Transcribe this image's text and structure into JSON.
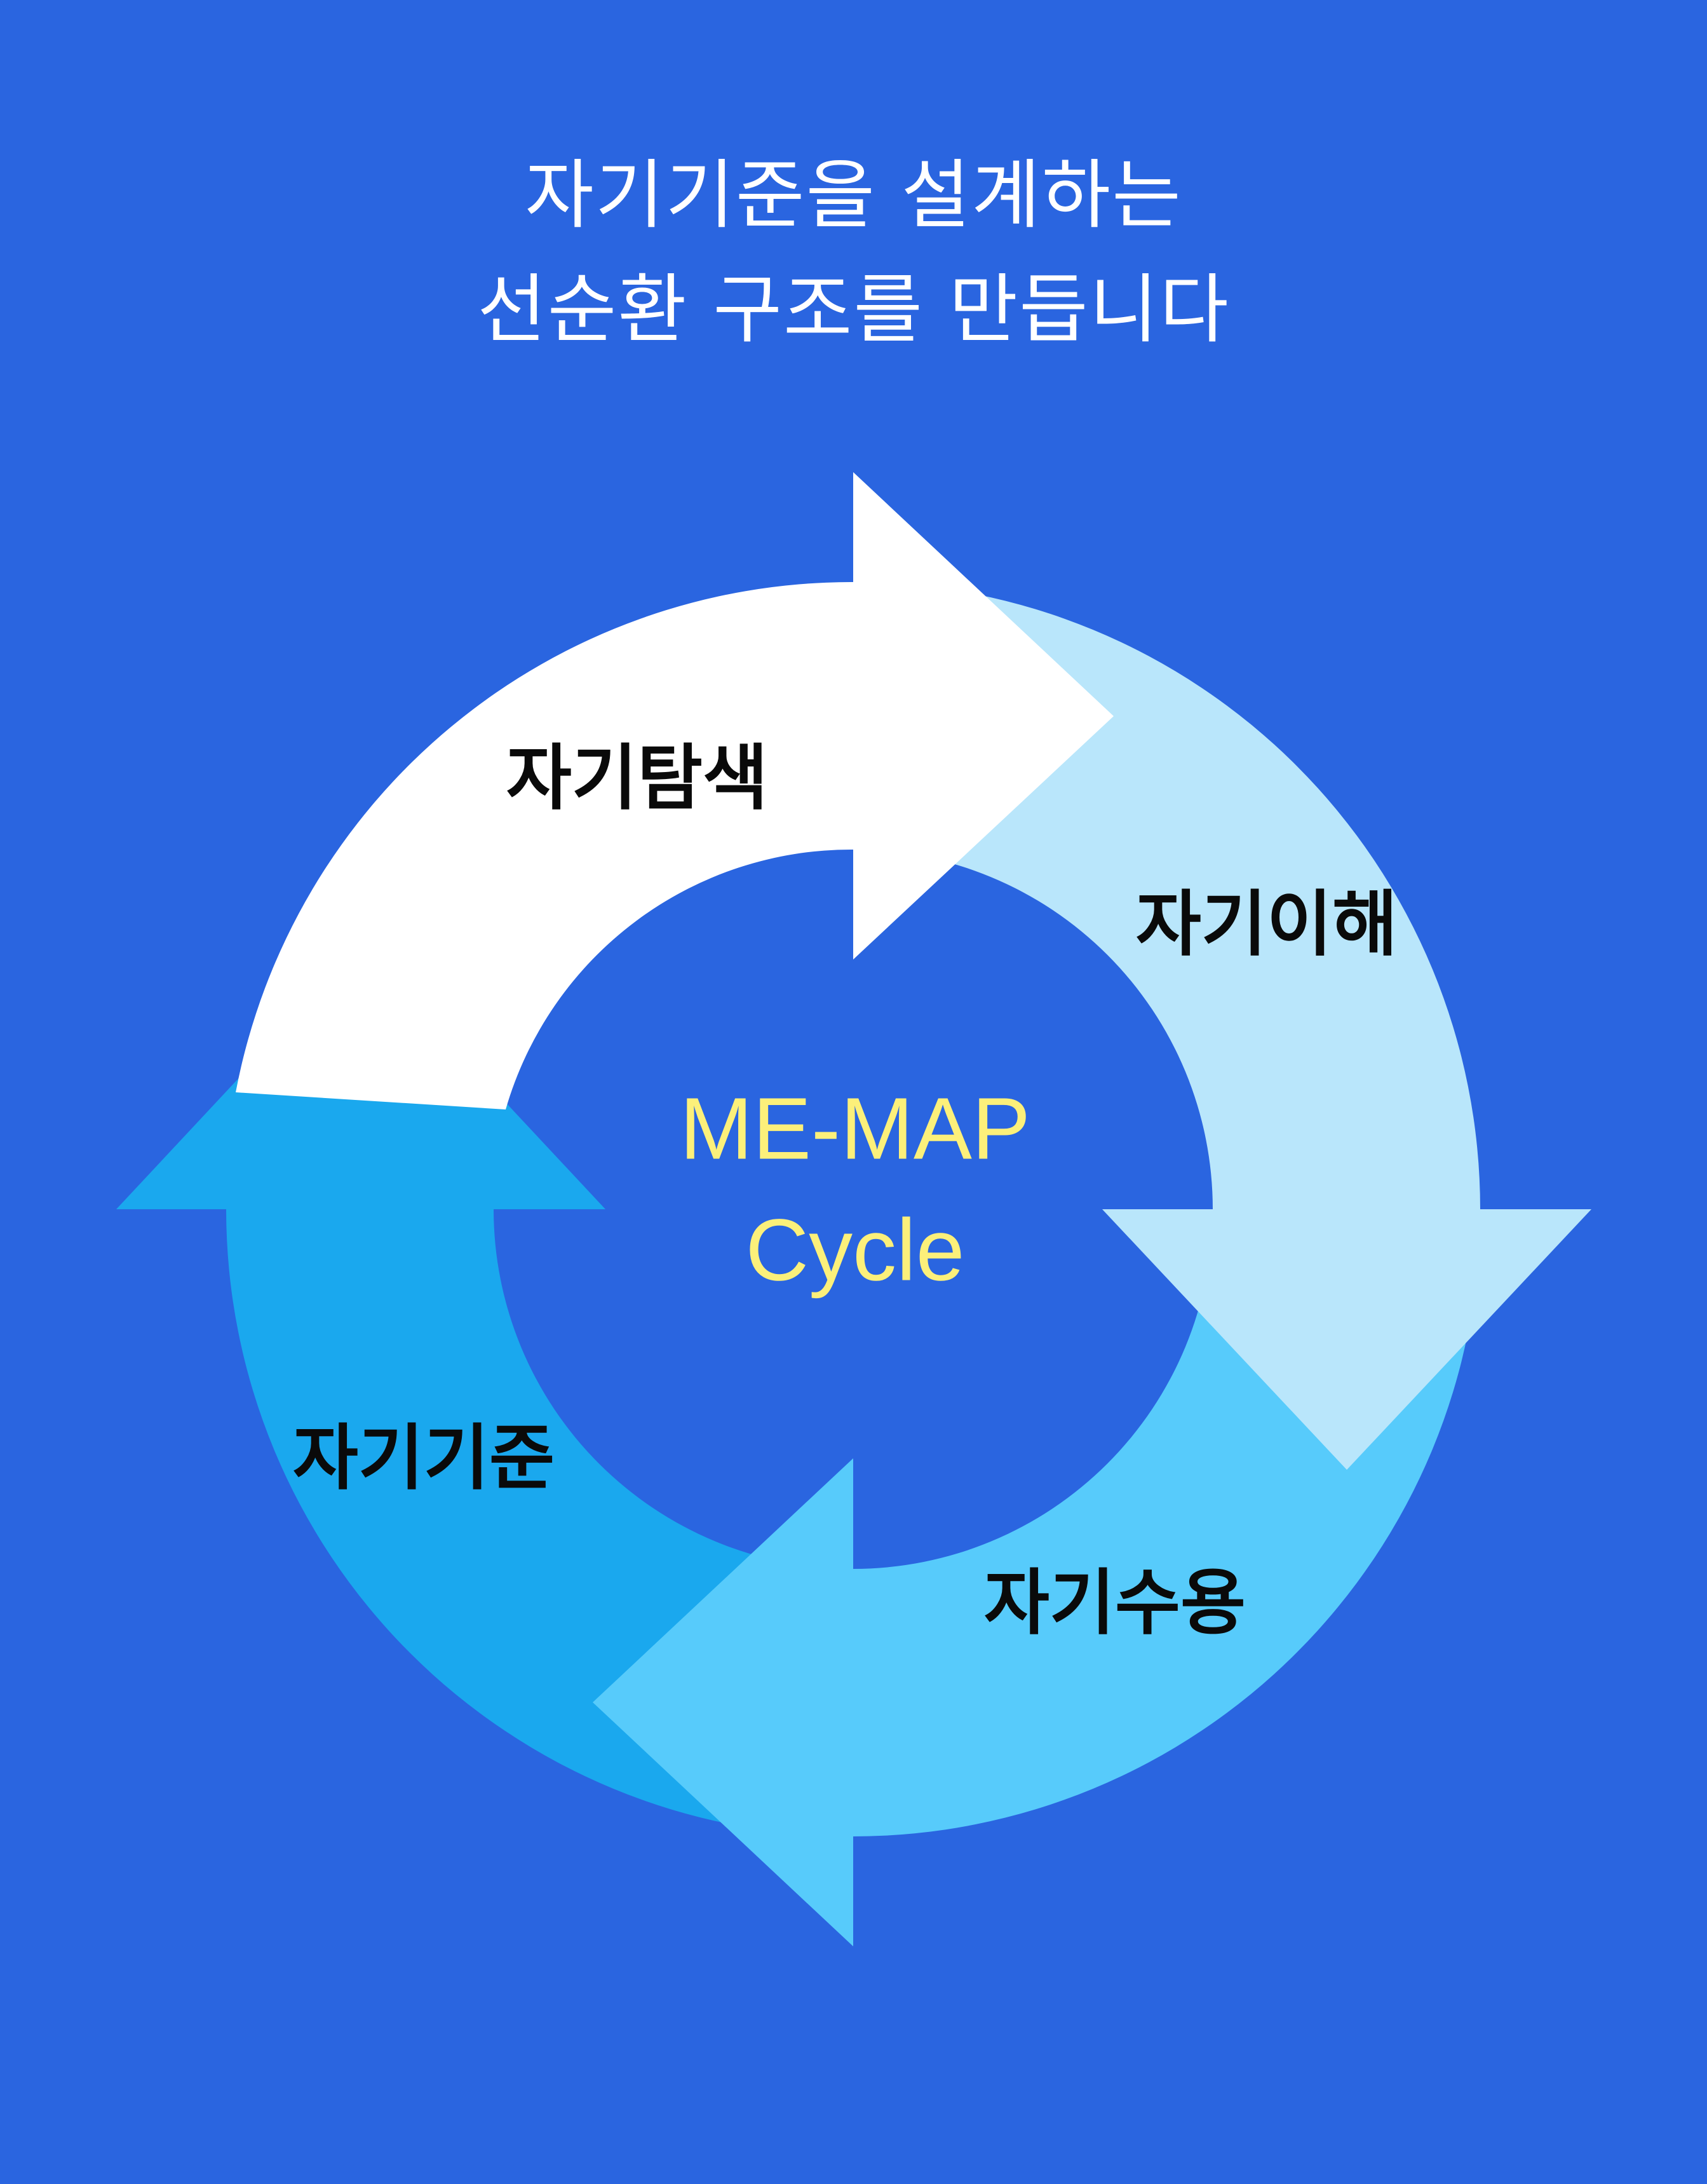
{
  "headline": {
    "line1": "자기기준을 설계하는",
    "line2": "선순환 구조를 만듭니다"
  },
  "cycle": {
    "center_line1": "ME-MAP",
    "center_line2": "Cycle",
    "stages": [
      {
        "label": "자기탐색",
        "color": "#ffffff"
      },
      {
        "label": "자기이해",
        "color": "#b9e6fb"
      },
      {
        "label": "자기수용",
        "color": "#57cbfb"
      },
      {
        "label": "자기기준",
        "color": "#1aa8ee"
      }
    ]
  },
  "colors": {
    "background": "#2a65e0",
    "headline_text": "#ffffff",
    "center_text": "#fcf07a",
    "label_text": "#0a0a0a"
  }
}
